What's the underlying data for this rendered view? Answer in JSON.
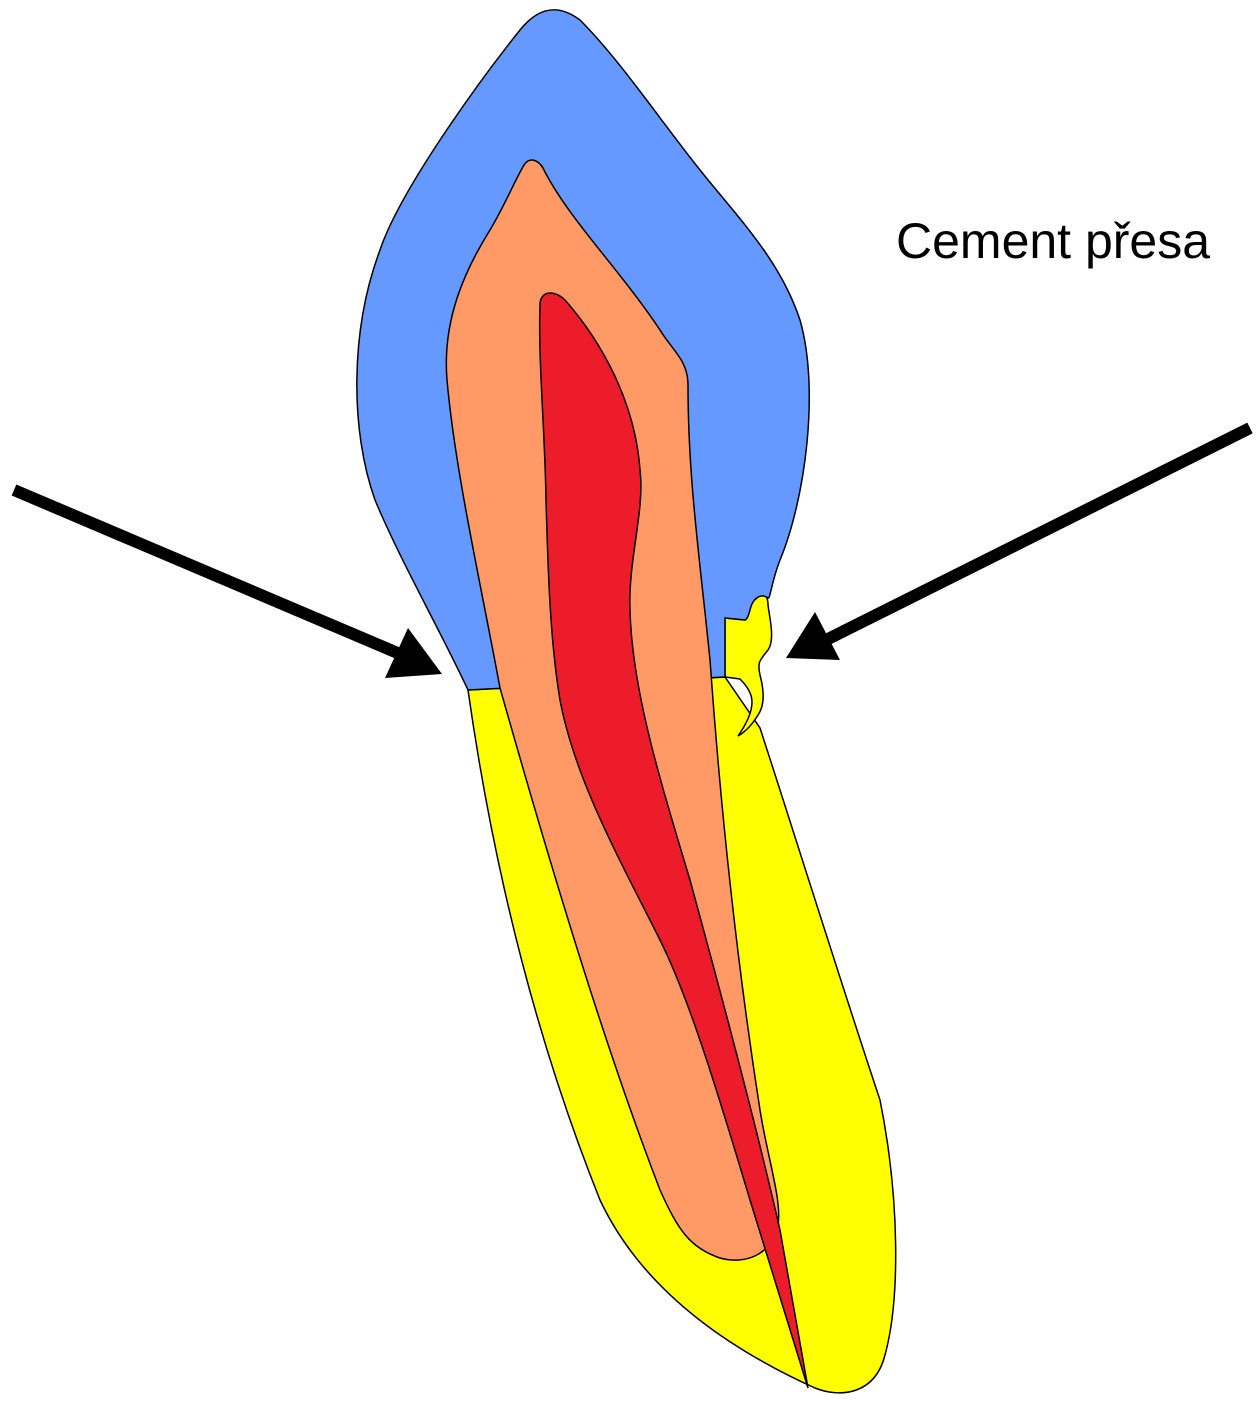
{
  "label": {
    "text": "Cement přesa"
  },
  "colors": {
    "enamel": "#6699FF",
    "dentin": "#FF9966",
    "pulp": "#ED1C2B",
    "cementum": "#FFFF00",
    "outline": "#000000",
    "arrow": "#000000"
  },
  "parts": [
    "enamel",
    "dentin",
    "pulp",
    "cementum",
    "cementum-overlap",
    "left-arrow",
    "right-arrow"
  ]
}
